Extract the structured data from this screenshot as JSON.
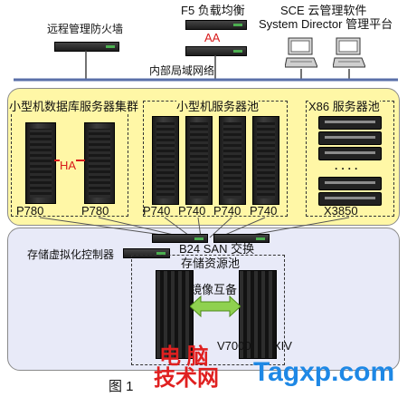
{
  "top": {
    "firewall": "远程管理防火墙",
    "f5": "F5 负载均衡",
    "aa": "AA",
    "sce_line1": "SCE 云管理软件",
    "sce_line2": "System Director 管理平台",
    "lan": "内部局域网络"
  },
  "server_zone": {
    "db_cluster": "小型机数据库服务器集群",
    "ha": "HA",
    "db_nodes": [
      "P780",
      "P780"
    ],
    "pool": "小型机服务器池",
    "pool_nodes": [
      "P740",
      "P740",
      "P740",
      "P740"
    ],
    "x86_pool": "X86 服务器池",
    "x86_ellipsis": "· · · ·",
    "x86_model": "X3850"
  },
  "storage_zone": {
    "switch": "B24 SAN 交换",
    "virtualization": "存储虚拟化控制器",
    "pool": "存储资源池",
    "mirror": "镜像互备",
    "arrays": [
      "V7000",
      "XIV"
    ]
  },
  "caption": {
    "figure": "图 1"
  },
  "watermark": {
    "line1": "电 脑",
    "line2": "技术网",
    "site": "Tagxp.com"
  },
  "colors": {
    "server_zone_fill": "#fff7a6",
    "storage_zone_fill": "#e8eaf8",
    "ha_red": "#d81b1b",
    "mirror_green": "#8fd14f",
    "watermark_red": "#e02020",
    "watermark_blue": "#1e88e5"
  }
}
